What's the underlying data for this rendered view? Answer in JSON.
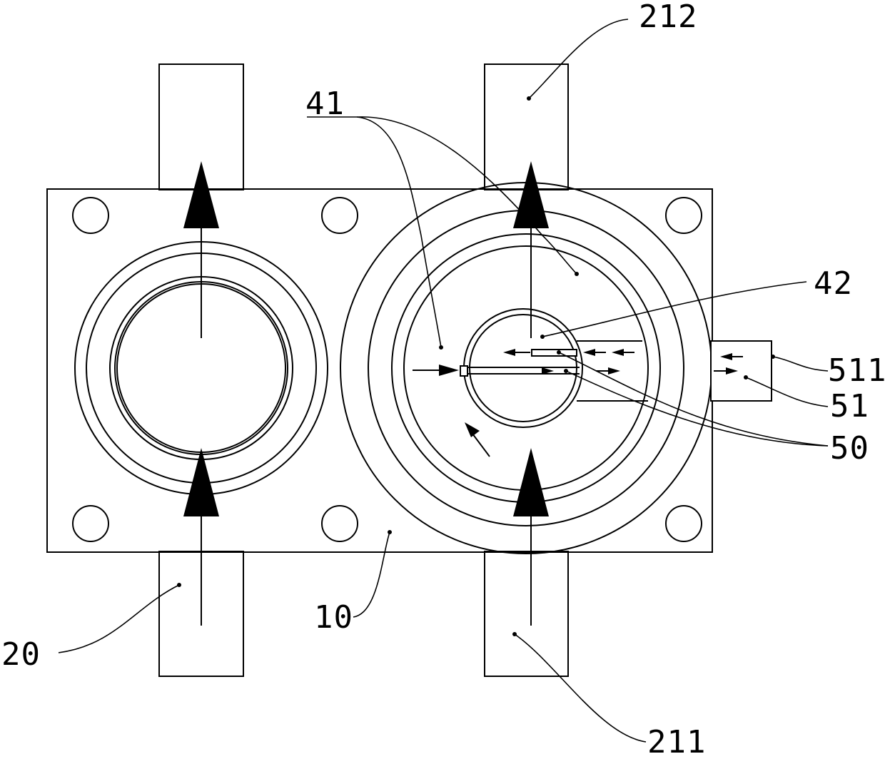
{
  "colors": {
    "stroke": "#000000",
    "background": "#ffffff"
  },
  "labels": {
    "l212": "212",
    "l41": "41",
    "l42": "42",
    "l511": "511",
    "l51": "51",
    "l50": "50",
    "l10": "10",
    "l20": "20",
    "l211": "211"
  }
}
